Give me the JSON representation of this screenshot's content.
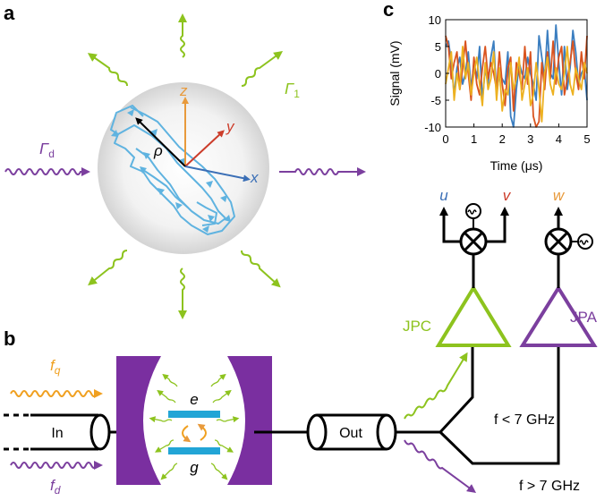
{
  "panels": {
    "a": "a",
    "b": "b",
    "c": "c"
  },
  "sphere": {
    "axis_z": "z",
    "axis_y": "y",
    "axis_x": "x",
    "rho": "ρ",
    "gamma_1": "Γ",
    "gamma_1_sub": "1",
    "gamma_d": "Γ",
    "gamma_d_sub": "d"
  },
  "circuit": {
    "in_label": "In",
    "out_label": "Out",
    "e_label": "e",
    "g_label": "g",
    "fq": "f",
    "fq_sub": "q",
    "fd": "f",
    "fd_sub": "d",
    "f_lt": "f < 7 GHz",
    "f_gt": "f > 7 GHz",
    "jpc": "JPC",
    "jpa": "JPA",
    "u": "u",
    "v": "v",
    "w": "w"
  },
  "colors": {
    "trajectory": "#5fb3e0",
    "axis_z": "#e89a3c",
    "axis_y": "#cc3d2b",
    "axis_x": "#3b6fb6",
    "green": "#8dc31e",
    "purple": "#7b3f9e",
    "orange": "#f0a020",
    "cavity": "#7a2fa0",
    "qubit": "#22a5d6"
  },
  "chart_data": {
    "type": "line",
    "xlabel": "Time (μs)",
    "ylabel": "Signal (mV)",
    "xlim": [
      0,
      5
    ],
    "ylim": [
      -10,
      10
    ],
    "xticks": [
      "0",
      "1",
      "2",
      "3",
      "4",
      "5"
    ],
    "yticks": [
      "10",
      "5",
      "0",
      "-5",
      "-10"
    ],
    "x": [
      0,
      0.1,
      0.2,
      0.3,
      0.4,
      0.5,
      0.6,
      0.7,
      0.8,
      0.9,
      1.0,
      1.1,
      1.2,
      1.3,
      1.4,
      1.5,
      1.6,
      1.7,
      1.8,
      1.9,
      2.0,
      2.1,
      2.2,
      2.3,
      2.4,
      2.5,
      2.6,
      2.7,
      2.8,
      2.9,
      3.0,
      3.1,
      3.2,
      3.3,
      3.4,
      3.5,
      3.6,
      3.7,
      3.8,
      3.9,
      4.0,
      4.1,
      4.2,
      4.3,
      4.4,
      4.5,
      4.6,
      4.7,
      4.8,
      4.9,
      5.0
    ],
    "series": [
      {
        "color": "#3b7ec0",
        "values": [
          5,
          6,
          2,
          -4,
          1,
          3,
          -2,
          0,
          4,
          -3,
          2,
          -1,
          5,
          -5,
          1,
          -2,
          3,
          6,
          -4,
          0,
          -1,
          -2,
          4,
          -8,
          -10,
          -3,
          2,
          0,
          -1,
          3,
          0,
          -2,
          -5,
          7,
          3,
          -1,
          8,
          0,
          -1,
          9,
          2,
          -4,
          5,
          -3,
          1,
          8,
          4,
          -2,
          0,
          1,
          -5
        ]
      },
      {
        "color": "#d9531e",
        "values": [
          7,
          5,
          -1,
          2,
          4,
          -3,
          1,
          6,
          0,
          -5,
          3,
          -2,
          -4,
          1,
          5,
          -1,
          2,
          0,
          -3,
          4,
          -2,
          -6,
          1,
          3,
          -7,
          2,
          0,
          -3,
          5,
          -2,
          4,
          -8,
          -10,
          -9,
          2,
          -3,
          4,
          -1,
          6,
          -2,
          3,
          5,
          -4,
          -1,
          2,
          6,
          0,
          -3,
          4,
          -1,
          7
        ]
      },
      {
        "color": "#edb120",
        "values": [
          -2,
          1,
          4,
          -5,
          0,
          -3,
          5,
          -1,
          2,
          -4,
          0,
          3,
          -2,
          -6,
          2,
          -3,
          -1,
          4,
          -5,
          1,
          -7,
          -3,
          -4,
          2,
          -3,
          -1,
          3,
          -5,
          -2,
          1,
          -6,
          -4,
          2,
          -3,
          -9,
          0,
          3,
          -2,
          -4,
          1,
          -2,
          -3,
          0,
          5,
          -2,
          -4,
          1,
          -1,
          -3,
          2,
          0
        ]
      }
    ]
  }
}
